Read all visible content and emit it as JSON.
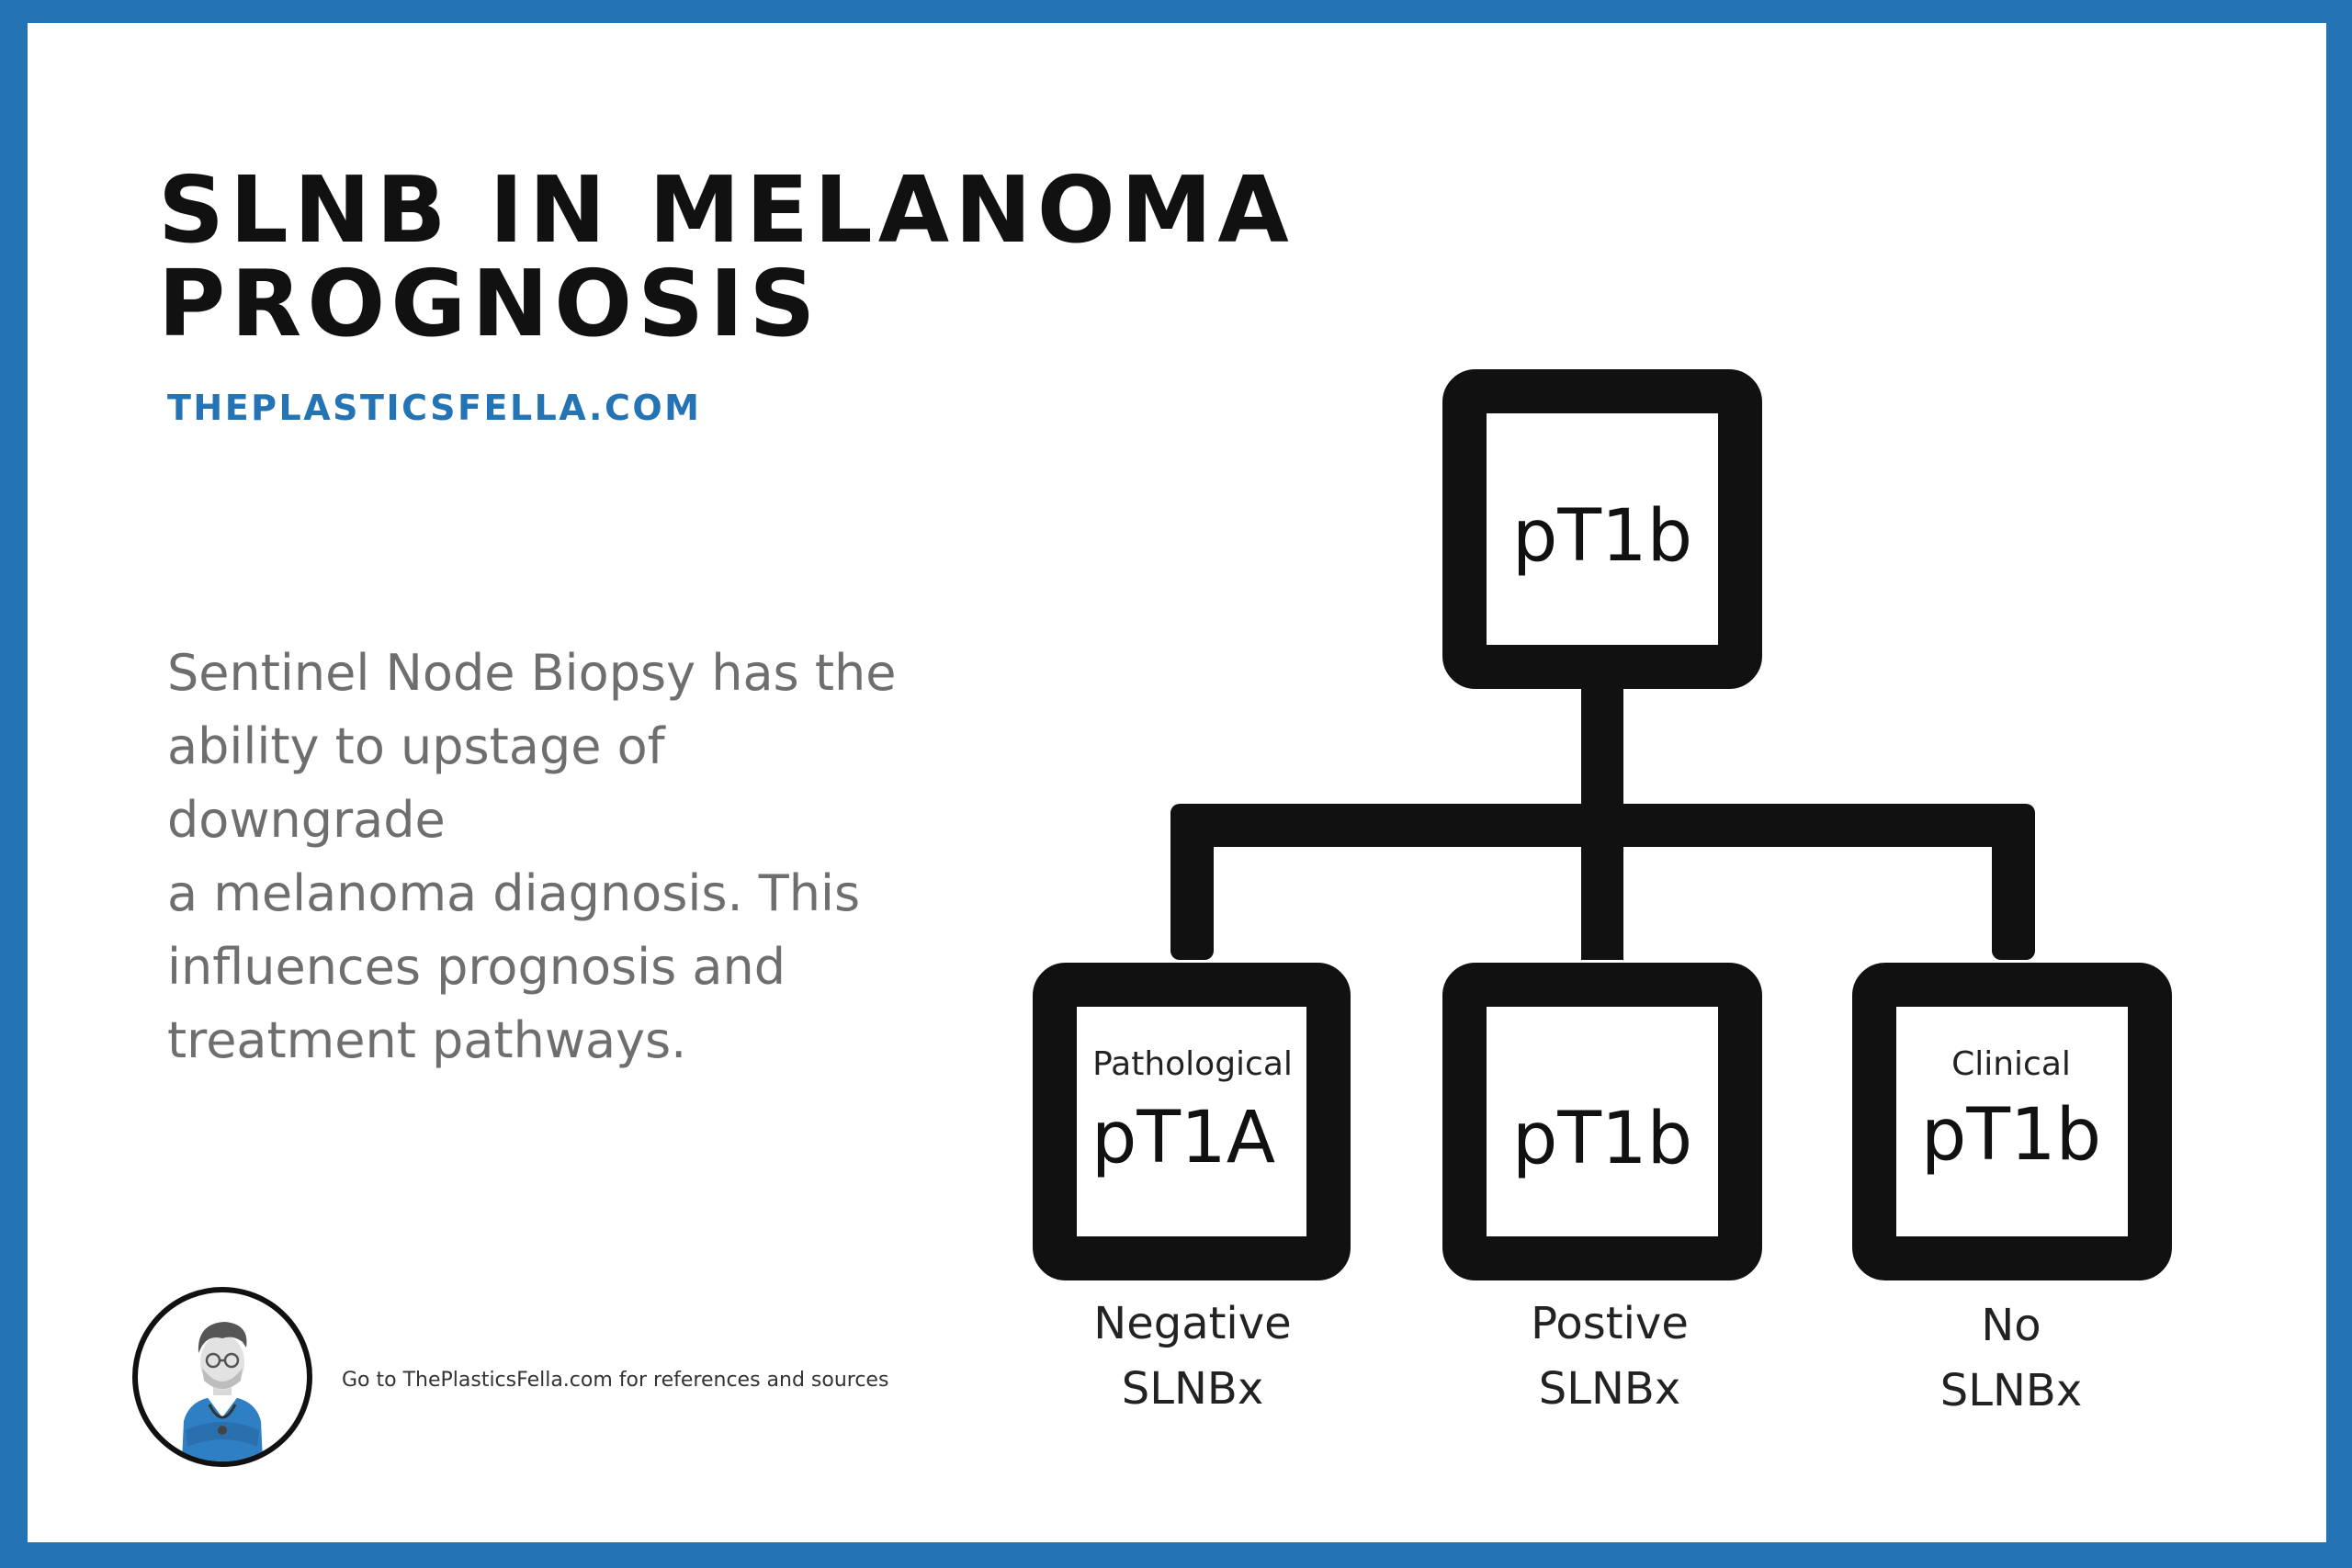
{
  "header": {
    "title_line1": "SLNB IN MELANOMA",
    "title_line2": "PROGNOSIS",
    "site": "THEPLASTICSFELLA.COM"
  },
  "description": "Sentinel Node Biopsy has the\nability to upstage of downgrade\na melanoma diagnosis. This\ninfluences prognosis and\ntreatment pathways.",
  "diagram": {
    "root": {
      "label": "pT1b"
    },
    "children": [
      {
        "sublabel": "Pathological",
        "label": "pT1A",
        "caption_line1": "Negative",
        "caption_line2": "SLNBx"
      },
      {
        "sublabel": "",
        "label": "pT1b",
        "caption_line1": "Postive",
        "caption_line2": "SLNBx"
      },
      {
        "sublabel": "Clinical",
        "label": "pT1b",
        "caption_line1": "No",
        "caption_line2": "SLNBx"
      }
    ]
  },
  "footer": {
    "note": "Go to ThePlasticsFella.com for references and sources"
  },
  "colors": {
    "brand_blue": "#2474b5",
    "ink": "#111111",
    "body_text": "#6e6e6e"
  },
  "icons": {
    "avatar": "doctor-avatar-icon"
  }
}
